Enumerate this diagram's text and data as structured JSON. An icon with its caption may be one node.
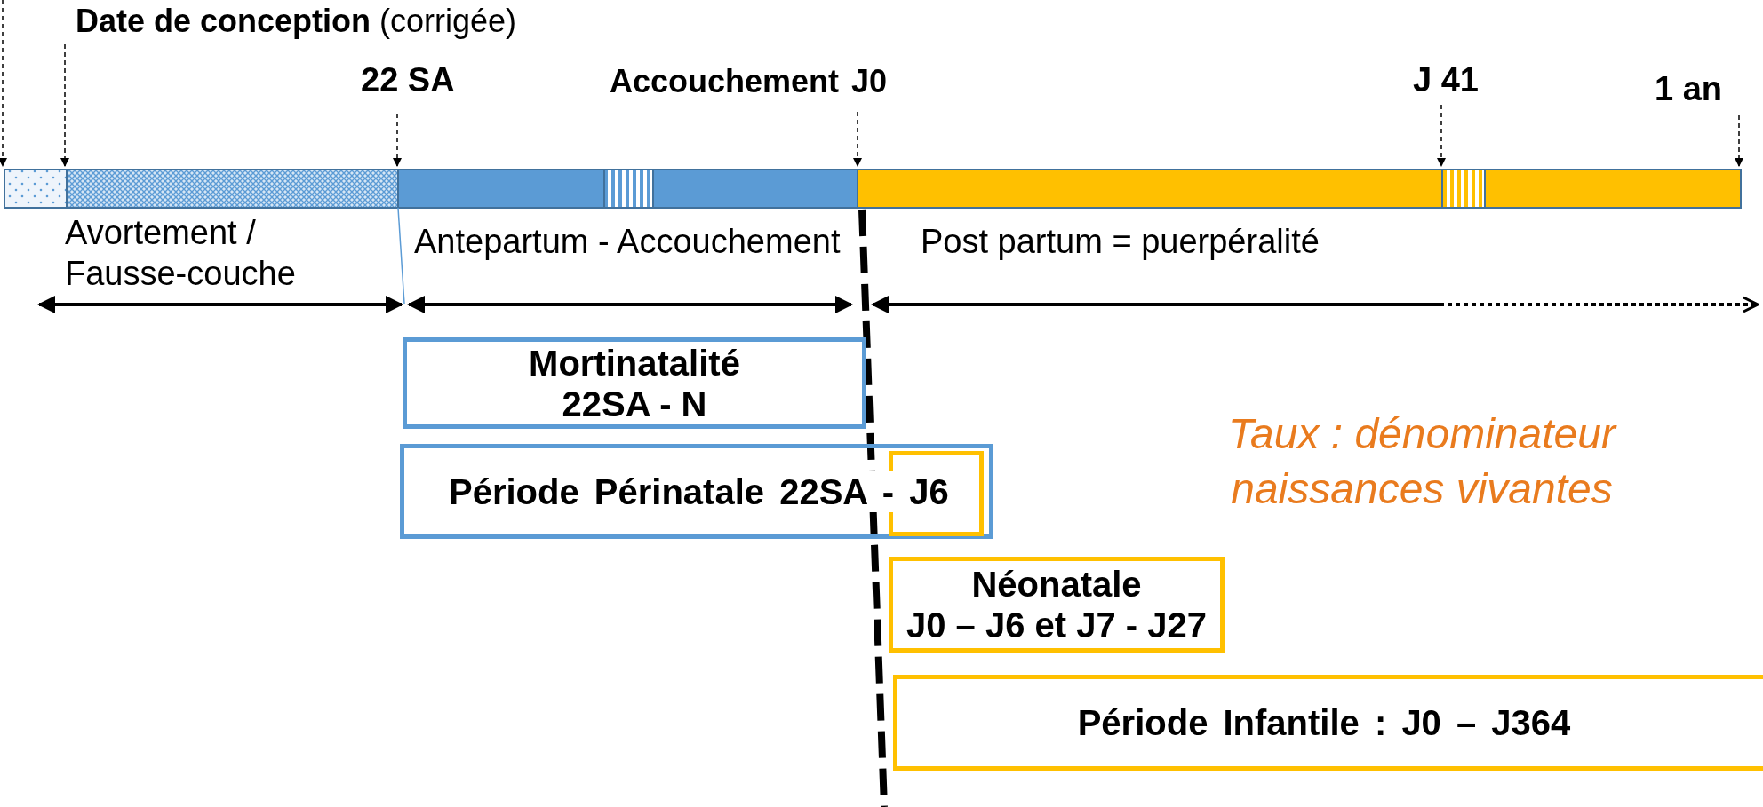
{
  "diagram": {
    "nodes": [
      {
        "text": [
          "Mortinatalité",
          "22SA - N"
        ]
      },
      {
        "text": [
          "Période Périnatale 22SA - J6"
        ]
      },
      {
        "text": [],
        "shape": "box",
        "in": 1
      },
      {
        "text": [
          "Néonatale",
          "J0 – J6 et J7 - J27"
        ]
      },
      {
        "text": [
          "Période Infantile : J0 – J364"
        ]
      }
    ],
    "labels": [
      "**Date de conception** (corrigée)",
      "22 SA",
      "Accouchement",
      "J0",
      "J 41",
      "1 an",
      "Avortement / Fausse-couche",
      "Antepartum - Accouchement",
      "Post partum = puerpéralité",
      "Taux : dénominateur naissances vivantes"
    ]
  }
}
